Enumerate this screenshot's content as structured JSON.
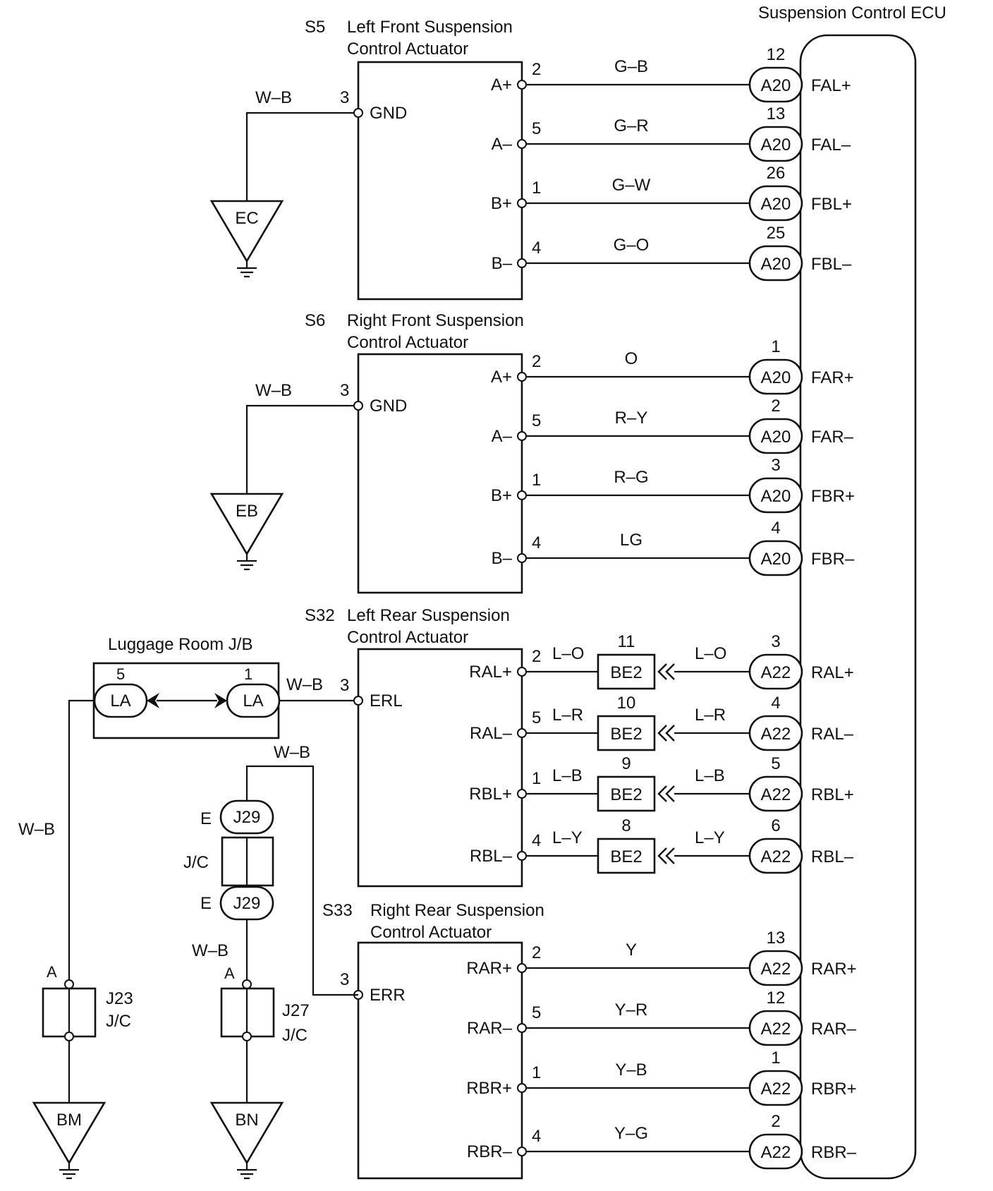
{
  "ecu": {
    "title": "Suspension Control ECU",
    "terminals": [
      {
        "pin": "12",
        "conn": "A20",
        "label": "FAL+"
      },
      {
        "pin": "13",
        "conn": "A20",
        "label": "FAL–"
      },
      {
        "pin": "26",
        "conn": "A20",
        "label": "FBL+"
      },
      {
        "pin": "25",
        "conn": "A20",
        "label": "FBL–"
      },
      {
        "pin": "1",
        "conn": "A20",
        "label": "FAR+"
      },
      {
        "pin": "2",
        "conn": "A20",
        "label": "FAR–"
      },
      {
        "pin": "3",
        "conn": "A20",
        "label": "FBR+"
      },
      {
        "pin": "4",
        "conn": "A20",
        "label": "FBR–"
      },
      {
        "pin": "3",
        "conn": "A22",
        "label": "RAL+"
      },
      {
        "pin": "4",
        "conn": "A22",
        "label": "RAL–"
      },
      {
        "pin": "5",
        "conn": "A22",
        "label": "RBL+"
      },
      {
        "pin": "6",
        "conn": "A22",
        "label": "RBL–"
      },
      {
        "pin": "13",
        "conn": "A22",
        "label": "RAR+"
      },
      {
        "pin": "12",
        "conn": "A22",
        "label": "RAR–"
      },
      {
        "pin": "1",
        "conn": "A22",
        "label": "RBR+"
      },
      {
        "pin": "2",
        "conn": "A22",
        "label": "RBR–"
      }
    ]
  },
  "actuators": [
    {
      "code": "S5",
      "name1": "Left Front Suspension",
      "name2": "Control Actuator",
      "gnd_label": "GND",
      "gnd_pin": "3",
      "gnd_wire": "W–B",
      "ground": "EC",
      "pins": [
        {
          "label": "A+",
          "pin": "2",
          "wire": "G–B"
        },
        {
          "label": "A–",
          "pin": "5",
          "wire": "G–R"
        },
        {
          "label": "B+",
          "pin": "1",
          "wire": "G–W"
        },
        {
          "label": "B–",
          "pin": "4",
          "wire": "G–O"
        }
      ]
    },
    {
      "code": "S6",
      "name1": "Right Front Suspension",
      "name2": "Control Actuator",
      "gnd_label": "GND",
      "gnd_pin": "3",
      "gnd_wire": "W–B",
      "ground": "EB",
      "pins": [
        {
          "label": "A+",
          "pin": "2",
          "wire": "O"
        },
        {
          "label": "A–",
          "pin": "5",
          "wire": "R–Y"
        },
        {
          "label": "B+",
          "pin": "1",
          "wire": "R–G"
        },
        {
          "label": "B–",
          "pin": "4",
          "wire": "LG"
        }
      ]
    },
    {
      "code": "S32",
      "name1": "Left Rear Suspension",
      "name2": "Control Actuator",
      "gnd_label": "ERL",
      "gnd_pin": "3",
      "gnd_wire": "W–B",
      "pins": [
        {
          "label": "RAL+",
          "pin": "2",
          "wire": "L–O",
          "be_pin": "11",
          "be": "BE2",
          "wire2": "L–O"
        },
        {
          "label": "RAL–",
          "pin": "5",
          "wire": "L–R",
          "be_pin": "10",
          "be": "BE2",
          "wire2": "L–R"
        },
        {
          "label": "RBL+",
          "pin": "1",
          "wire": "L–B",
          "be_pin": "9",
          "be": "BE2",
          "wire2": "L–B"
        },
        {
          "label": "RBL–",
          "pin": "4",
          "wire": "L–Y",
          "be_pin": "8",
          "be": "BE2",
          "wire2": "L–Y"
        }
      ]
    },
    {
      "code": "S33",
      "name1": "Right Rear Suspension",
      "name2": "Control Actuator",
      "gnd_label": "ERR",
      "gnd_pin": "3",
      "pins": [
        {
          "label": "RAR+",
          "pin": "2",
          "wire": "Y"
        },
        {
          "label": "RAR–",
          "pin": "5",
          "wire": "Y–R"
        },
        {
          "label": "RBR+",
          "pin": "1",
          "wire": "Y–B"
        },
        {
          "label": "RBR–",
          "pin": "4",
          "wire": "Y–G"
        }
      ]
    }
  ],
  "luggage_jb": {
    "title": "Luggage Room J/B",
    "left_pin": "5",
    "left_conn": "LA",
    "right_pin": "1",
    "right_conn": "LA",
    "wire_right": "W–B"
  },
  "wires": {
    "left_vertical": "W–B",
    "jc_top": "W–B",
    "jc_mid": "W–B"
  },
  "j29": {
    "top_letter": "E",
    "top_conn": "J29",
    "label": "J/C",
    "bottom_letter": "E",
    "bottom_conn": "J29"
  },
  "j23": {
    "letter": "A",
    "name": "J23",
    "sub": "J/C",
    "ground": "BM"
  },
  "j27": {
    "letter": "A",
    "name": "J27",
    "sub": "J/C",
    "ground": "BN"
  }
}
